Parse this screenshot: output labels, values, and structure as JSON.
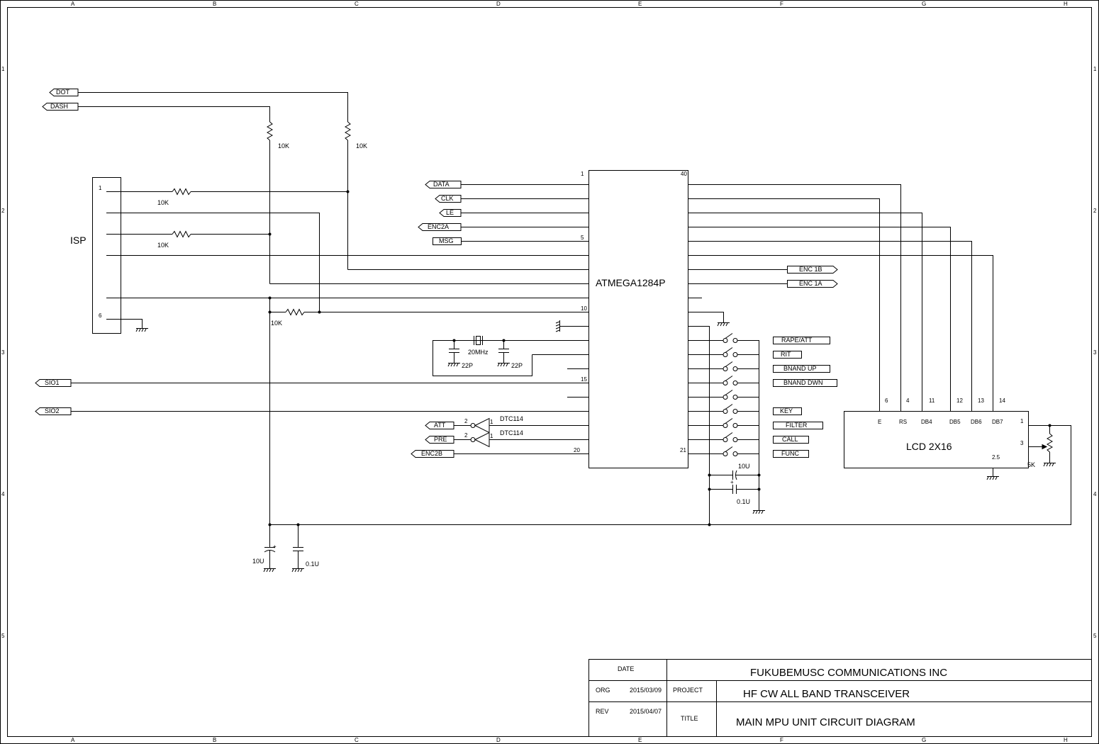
{
  "zones": {
    "cols": [
      "A",
      "B",
      "C",
      "D",
      "E",
      "F",
      "G",
      "H"
    ],
    "rows": [
      "1",
      "2",
      "3",
      "4",
      "5"
    ]
  },
  "ports": {
    "dot": "DOT",
    "dash": "DASH",
    "data": "DATA",
    "clk": "CLK",
    "le": "LE",
    "enc2a": "ENC2A",
    "msg": "MSG",
    "sio1": "SIO1",
    "sio2": "SIO2",
    "att": "ATT",
    "pre": "PRE",
    "enc2b": "ENC2B",
    "enc1b": "ENC 1B",
    "enc1a": "ENC 1A"
  },
  "switches": [
    "RAPE/ATT",
    "RIT",
    "BNAND UP",
    "BNAND DWN",
    "KEY",
    "FILTER",
    "CALL",
    "FUNC"
  ],
  "mcu": {
    "name": "ATMEGA1284P",
    "pins": {
      "p1": "1",
      "p5": "5",
      "p10": "10",
      "p15": "15",
      "p20": "20",
      "p40": "40",
      "p21": "21"
    }
  },
  "isp": {
    "label": "ISP",
    "pin1": "1",
    "pin6": "6"
  },
  "components": {
    "r_dash": "10K",
    "r_dot": "10K",
    "r_isp1": "10K",
    "r_isp2": "10K",
    "r_rst": "10K",
    "xtal": "20MHz",
    "c1": "22P",
    "c2": "22P",
    "c_10u": "10U",
    "c_01u": "0.1U",
    "c_10u_b": "10U",
    "c_01u_b": "0.1U",
    "dtc1": "DTC114",
    "dtc2": "DTC114",
    "pot": "5K"
  },
  "inv_pins": {
    "in": "2",
    "out": "1"
  },
  "lcd": {
    "name": "LCD  2X16",
    "pins": [
      {
        "name": "E",
        "num": "6"
      },
      {
        "name": "RS",
        "num": "4"
      },
      {
        "name": "DB4",
        "num": "11"
      },
      {
        "name": "DB5",
        "num": "12"
      },
      {
        "name": "DB6",
        "num": "13"
      },
      {
        "name": "DB7",
        "num": "14"
      }
    ],
    "p1": "1",
    "p3": "3",
    "p25": "2.5"
  },
  "title_block": {
    "date_header": "DATE",
    "org_label": "ORG",
    "org_date": "2015/03/09",
    "rev_label": "REV",
    "rev_date": "2015/04/07",
    "company": "FUKUBEMUSC COMMUNICATIONS INC",
    "project_label": "PROJECT",
    "project": "HF CW ALL BAND TRANSCEIVER",
    "title_label": "TITLE",
    "title": "MAIN MPU UNIT CIRCUIT DIAGRAM"
  }
}
